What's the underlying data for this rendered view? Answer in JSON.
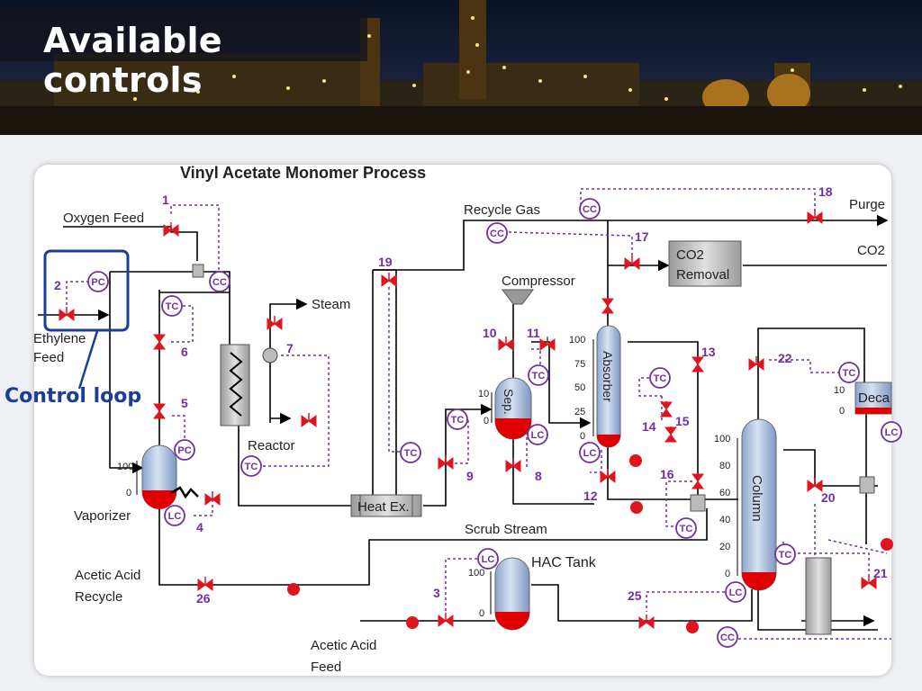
{
  "header": {
    "title": "Available controls"
  },
  "diagram": {
    "title": "Vinyl Acetate Monomer Process",
    "annotation": "Control loop",
    "streams": {
      "oxygen_feed": "Oxygen Feed",
      "ethylene_feed_l1": "Ethylene",
      "ethylene_feed_l2": "Feed",
      "recycle_gas": "Recycle Gas",
      "purge": "Purge",
      "co2": "CO2",
      "steam": "Steam",
      "scrub_stream": "Scrub Stream",
      "acetic_acid_recycle_l1": "Acetic Acid",
      "acetic_acid_recycle_l2": "Recycle",
      "acetic_acid_feed_l1": "Acetic Acid",
      "acetic_acid_feed_l2": "Feed"
    },
    "units": {
      "compressor": "Compressor",
      "reactor": "Reactor",
      "vaporizer": "Vaporizer",
      "heat_exchanger": "Heat Ex.",
      "separator": "Sep.",
      "absorber": "Absorber",
      "co2_removal_l1": "CO2",
      "co2_removal_l2": "Removal",
      "column": "Column",
      "decanter": "Deca",
      "hac_tank": "HAC Tank"
    },
    "controllers": {
      "pc": "PC",
      "tc": "TC",
      "cc": "CC",
      "lc": "LC"
    },
    "valve_numbers": [
      "1",
      "2",
      "3",
      "4",
      "5",
      "6",
      "7",
      "8",
      "9",
      "10",
      "11",
      "12",
      "13",
      "14",
      "15",
      "16",
      "17",
      "18",
      "19",
      "20",
      "21",
      "22",
      "25",
      "26"
    ],
    "scales": {
      "vaporizer": [
        "100",
        "0"
      ],
      "separator": [
        "10",
        "0"
      ],
      "absorber": [
        "100",
        "75",
        "50",
        "25",
        "0"
      ],
      "column": [
        "100",
        "80",
        "60",
        "40",
        "20",
        "0"
      ],
      "decanter": [
        "10",
        "0"
      ],
      "hac_tank": [
        "100",
        "0"
      ]
    },
    "colors": {
      "valve": "#e0141e",
      "controller": "#7030a0",
      "annotation": "#1b3c99",
      "vessel": "#b4c8e4",
      "liquid": "#e00000"
    }
  }
}
